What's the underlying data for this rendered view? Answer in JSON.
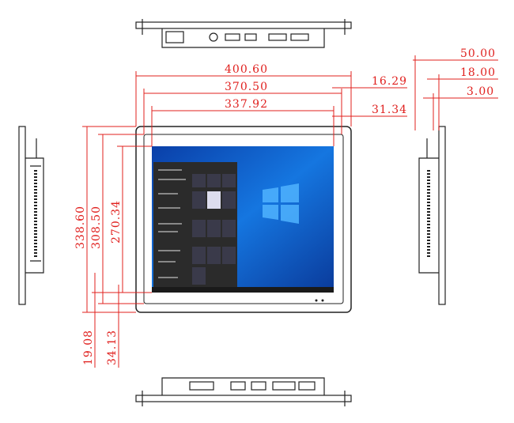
{
  "dimensions": {
    "overall_width": "400.60",
    "bezel_inner_width": "370.50",
    "active_area_width": "337.92",
    "side_offset_1": "16.29",
    "side_offset_2": "31.34",
    "depth_total": "50.00",
    "depth_body": "18.00",
    "bezel_thickness": "3.00",
    "overall_height": "338.60",
    "bezel_inner_height": "308.50",
    "active_area_height": "270.34",
    "bottom_offset_1": "19.08",
    "bottom_offset_2": "34.13"
  },
  "colors": {
    "dimension": "#e0201e",
    "outline": "#222222",
    "desktop": "#0a5ccc",
    "start_menu": "#2b2b2b"
  }
}
